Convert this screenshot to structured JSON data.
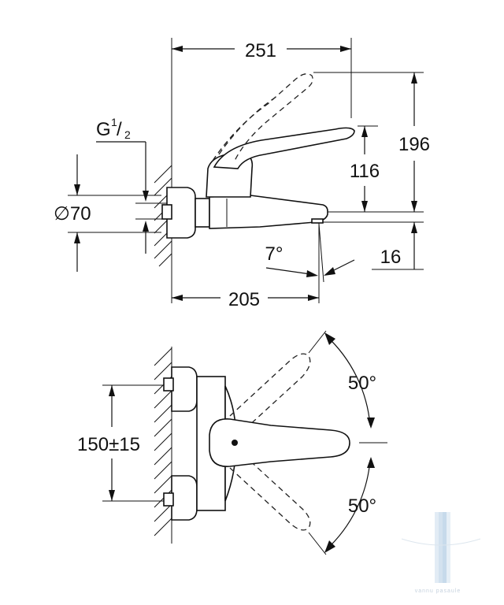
{
  "side_view": {
    "dim_total_length": "251",
    "dim_total_height": "196",
    "dim_lever_height": "116",
    "dim_spout_drop": "16",
    "dim_projection": "205",
    "angle_spout": "7°",
    "connection_thread": {
      "letter": "G",
      "num": "1",
      "den": "2"
    },
    "connection_diameter": "∅70"
  },
  "top_view": {
    "dim_centre_distance": "150±15",
    "angle_swing_up": "50°",
    "angle_swing_down": "50°"
  },
  "watermark": {
    "text": "vannu pasaule"
  }
}
